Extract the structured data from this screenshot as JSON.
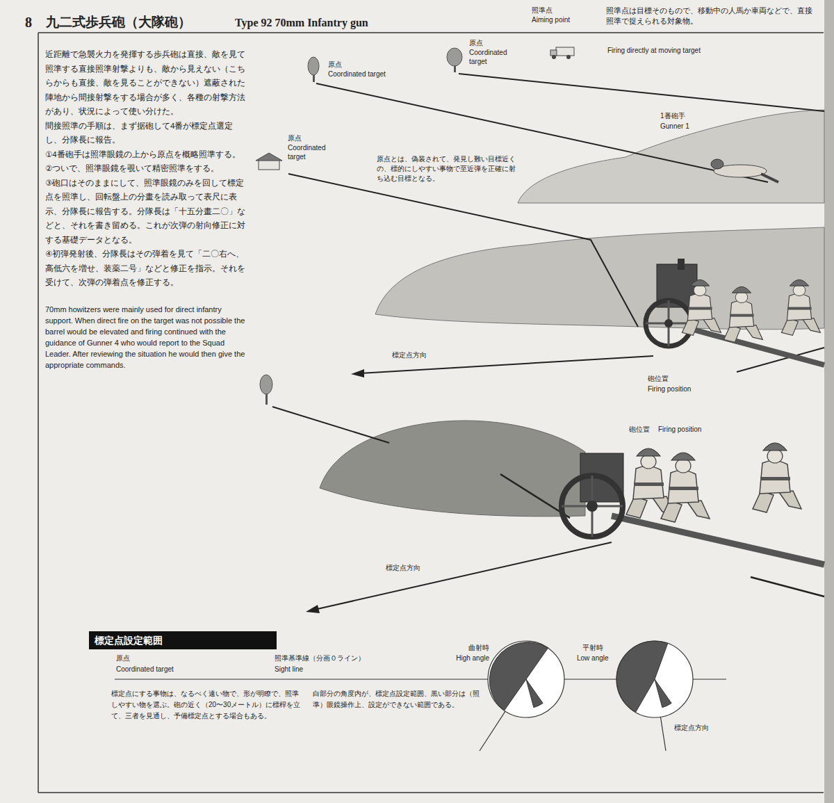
{
  "diagram": {
    "title": "九二式歩兵砲（大隊砲）",
    "nodes": [
      {
        "text": [
          "標定点設定範囲"
        ]
      }
    ],
    "labels": [
      "8",
      "Type 92 70mm Infantry gun",
      "近距離で急襲火力を発揮する歩兵砲は直接、敵を見て照準する直接照準射撃よりも、敵から見えない（こちらからも直接、敵を見ることができない）遮蔽された陣地から間接射撃をする場合が多く、各種の射撃方法があり、状況によって使い分けた。",
      "間接照準の手順は、まず据砲して4番が標定点選定し、分隊長に報告。",
      "①4番砲手は照準眼鏡の上から原点を概略照準する。",
      "②ついで、照準眼鏡を覗いて精密照準をする。",
      "③砲口はそのままにして、照準眼鏡のみを回して標定点を照準し、回転盤上の分畫を読み取って表尺に表示、分隊長に報告する。分隊長は「十五分畫二〇」などと、それを書き留める。これが次弾の射向修正に対する基礎データとなる。",
      "④初弾発射後、分隊長はその弾着を見て「二〇右へ、高低六を増せ、装薬二号」などと修正を指示。それを受けて、次弾の弾着点を修正する。",
      "70mm howitzers were mainly used for direct infantry support. When direct fire on the target was not possible the barrel would be elevated and firing continued with the guidance of Gunner 4 who would report to the Squad Leader. After reviewing the situation he would then give the appropriate commands.",
      "照準点",
      "Aiming point",
      "照準点は目標そのもので、移動中の人馬か車両などで、直接照準で捉えられる対象物。",
      "Firing directly at moving target",
      "原点",
      "Coordinated target",
      "原点",
      "Coordinated target",
      "1番砲手",
      "Gunner 1",
      "原点",
      "Coordinated target",
      "原点とは、偽装されて、発見し難い目標近くの、標的にしやすい事物で至近弾を正確に射ち込む目標となる。",
      "標定点方向",
      "砲位置",
      "Firing position",
      "砲位置",
      "Firing position",
      "標定点方向",
      "原点",
      "Coordinated target",
      "照準基準線（分画０ライン）",
      "Sight line",
      "曲射時",
      "High angle",
      "平射時",
      "Low angle",
      "標定点にする事物は、なるべく遠い物で、形が明瞭で、照準しやすい物を選ぶ。砲の近く（20〜30メートル）に標桿を立て、三者を見通し、予備標定点とする場合もある。",
      "白部分の角度内が、標定点設定範囲、黒い部分は（照準）眼鏡操作上、設定ができない範囲である。",
      "標定点方向"
    ]
  }
}
